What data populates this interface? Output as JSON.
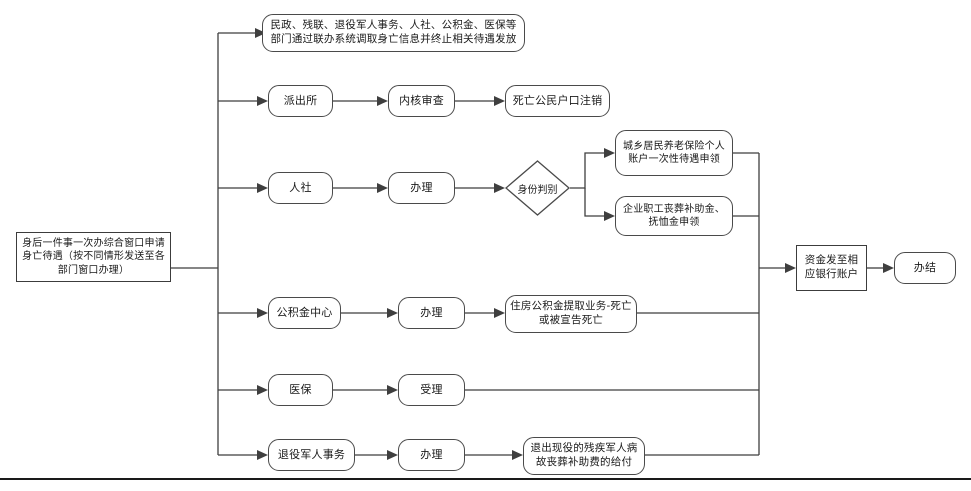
{
  "diagram": {
    "title_node": {
      "id": "start",
      "label": "身后一件事一次办综合窗口申请身亡待遇（按不同情形发送至各部门窗口办理）",
      "shape": "rectangle"
    },
    "branches": [
      {
        "id": "branch-1",
        "steps": [
          {
            "id": "n-notify",
            "label": "民政、残联、退役军人事务、人社、公积金、医保等部门通过联办系统调取身亡信息并终止相关待遇发放",
            "shape": "rounded"
          }
        ]
      },
      {
        "id": "branch-2",
        "steps": [
          {
            "id": "n-police",
            "label": "派出所",
            "shape": "rounded"
          },
          {
            "id": "n-review",
            "label": "内核审查",
            "shape": "rounded"
          },
          {
            "id": "n-cancel-hukou",
            "label": "死亡公民户口注销",
            "shape": "rounded"
          }
        ]
      },
      {
        "id": "branch-3",
        "steps": [
          {
            "id": "n-hrss",
            "label": "人社",
            "shape": "rounded"
          },
          {
            "id": "n-hrss-handle",
            "label": "办理",
            "shape": "rounded"
          },
          {
            "id": "n-identity",
            "label": "身份判别",
            "shape": "diamond"
          },
          {
            "id": "n-rural-pension",
            "label": "城乡居民养老保险个人账户一次性待遇申领",
            "shape": "rounded"
          },
          {
            "id": "n-enterprise-funeral",
            "label": "企业职工丧葬补助金、抚恤金申领",
            "shape": "rounded"
          }
        ]
      },
      {
        "id": "branch-4",
        "steps": [
          {
            "id": "n-fund-center",
            "label": "公积金中心",
            "shape": "rounded"
          },
          {
            "id": "n-fund-handle",
            "label": "办理",
            "shape": "rounded"
          },
          {
            "id": "n-fund-withdraw",
            "label": "住房公积金提取业务-死亡或被宣告死亡",
            "shape": "rounded"
          }
        ]
      },
      {
        "id": "branch-5",
        "steps": [
          {
            "id": "n-medical",
            "label": "医保",
            "shape": "rounded"
          },
          {
            "id": "n-medical-accept",
            "label": "受理",
            "shape": "rounded"
          }
        ]
      },
      {
        "id": "branch-6",
        "steps": [
          {
            "id": "n-veteran",
            "label": "退役军人事务",
            "shape": "rounded"
          },
          {
            "id": "n-veteran-handle",
            "label": "办理",
            "shape": "rounded"
          },
          {
            "id": "n-veteran-funeral",
            "label": "退出现役的残疾军人病故丧葬补助费的给付",
            "shape": "rounded"
          }
        ]
      }
    ],
    "convergence": [
      {
        "id": "n-payout",
        "label": "资金发至相应银行账户",
        "shape": "rectangle"
      },
      {
        "id": "n-done",
        "label": "办结",
        "shape": "rounded"
      }
    ],
    "colors": {
      "node_border": "#4a4a4a",
      "connector": "#3f3f3f",
      "text": "#1a1a1a",
      "background": "#ffffff",
      "rule": "#1a1a1a"
    }
  }
}
